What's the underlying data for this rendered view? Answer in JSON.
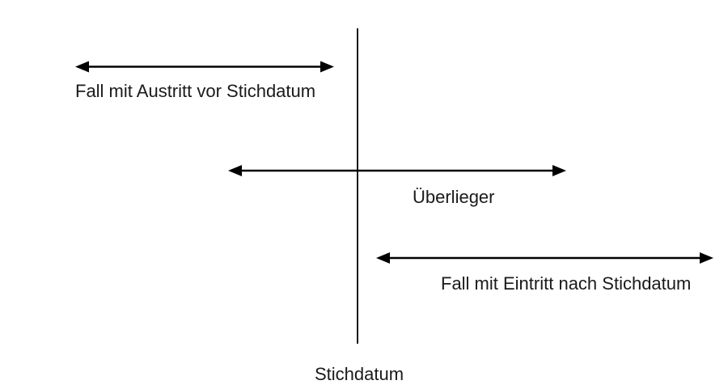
{
  "diagram": {
    "cutoff_label": "Stichdatum",
    "arrows": [
      {
        "id": "before-cutoff",
        "label": "Fall mit Austritt vor Stichdatum"
      },
      {
        "id": "overlap-cutoff",
        "label": "Überlieger"
      },
      {
        "id": "after-cutoff",
        "label": "Fall mit Eintritt nach Stichdatum"
      }
    ],
    "colors": {
      "line": "#000000",
      "text": "#1a1a1a",
      "background": "#ffffff"
    }
  }
}
